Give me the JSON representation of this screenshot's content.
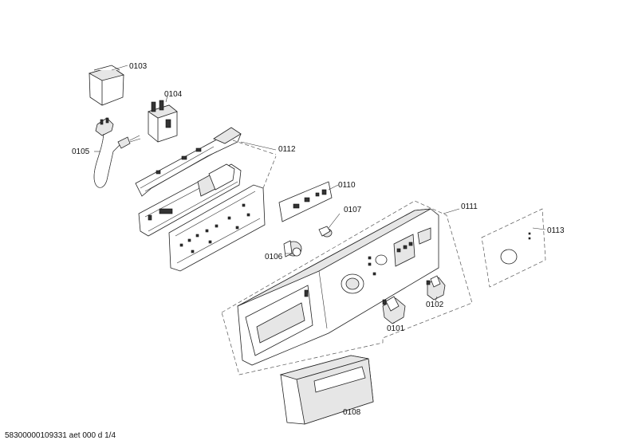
{
  "part_labels": {
    "p0103": "0103",
    "p0104": "0104",
    "p0105": "0105",
    "p0112": "0112",
    "p0110": "0110",
    "p0107": "0107",
    "p0106": "0106",
    "p0111": "0111",
    "p0113": "0113",
    "p0102": "0102",
    "p0101": "0101",
    "p0108": "0108"
  },
  "footer_text": "58300000109331 aet 000 d 1/4"
}
